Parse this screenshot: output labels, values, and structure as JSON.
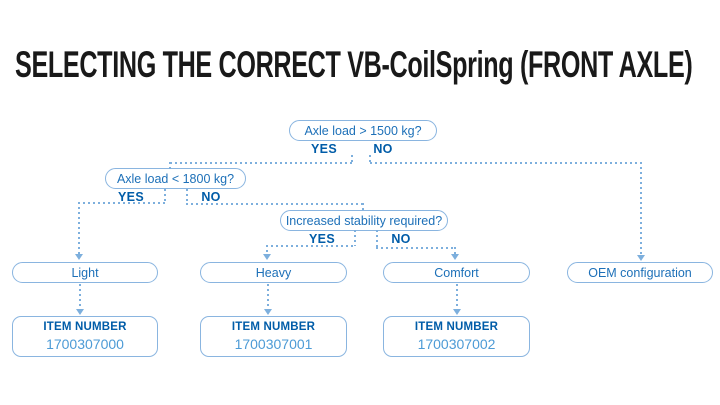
{
  "title": "SELECTING THE CORRECT VB-CoilSpring (FRONT AXLE)",
  "colors": {
    "title_text": "#191919",
    "dark_blue_labels": "#005CA8",
    "box_text_blue": "#1D70B8",
    "item_number_blue": "#4D9BD6",
    "box_border_blue": "#8AB5E0",
    "connector_blue": "#7DAFDD",
    "background": "#FFFFFF"
  },
  "flowchart": {
    "decisions": [
      {
        "question": "Axle load > 1500 kg?",
        "yes_label": "YES",
        "no_label": "NO"
      },
      {
        "question": "Axle load < 1800 kg?",
        "yes_label": "YES",
        "no_label": "NO"
      },
      {
        "question": "Increased stability required?",
        "yes_label": "YES",
        "no_label": "NO"
      }
    ],
    "outcomes": [
      {
        "label": "Light",
        "item_label": "ITEM NUMBER",
        "item_number": "1700307000"
      },
      {
        "label": "Heavy",
        "item_label": "ITEM NUMBER",
        "item_number": "1700307001"
      },
      {
        "label": "Comfort",
        "item_label": "ITEM NUMBER",
        "item_number": "1700307002"
      },
      {
        "label": "OEM configuration"
      }
    ]
  }
}
